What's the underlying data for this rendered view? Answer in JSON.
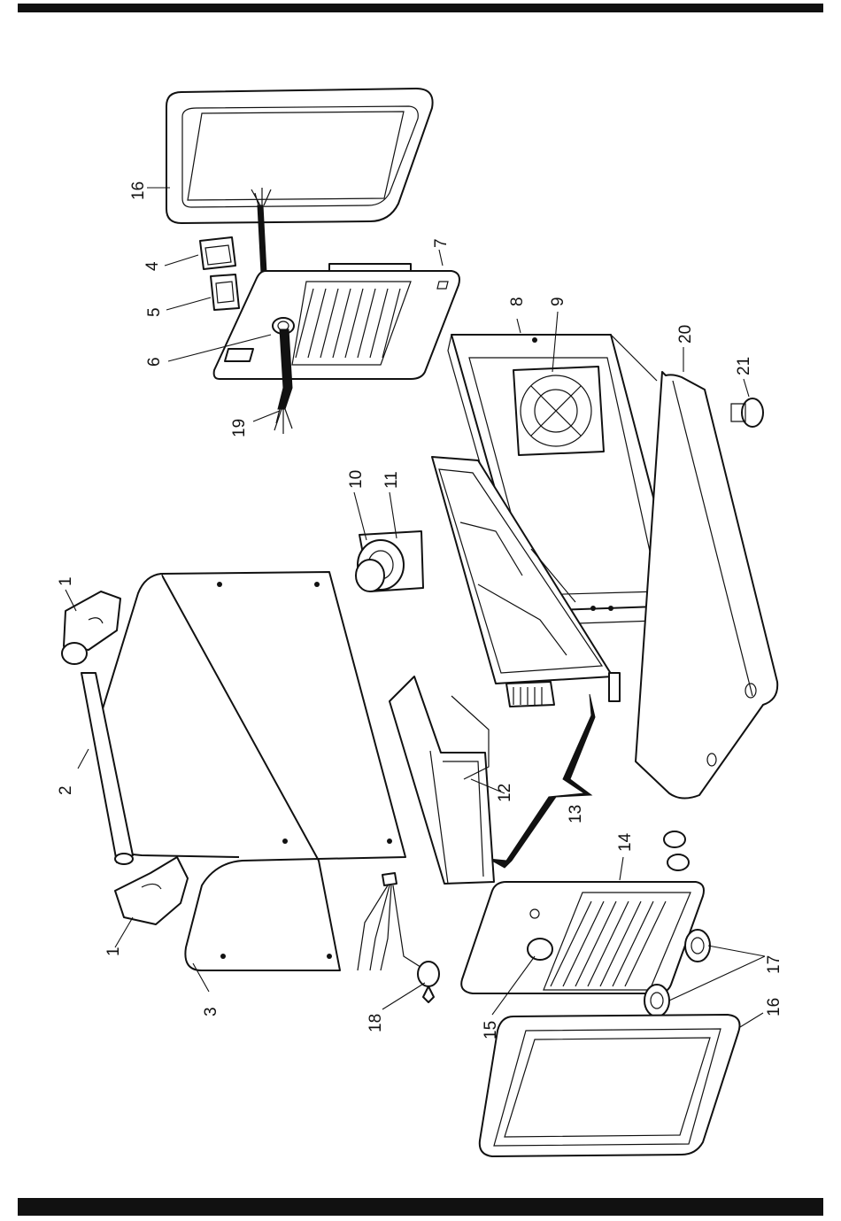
{
  "callouts": [
    {
      "id": "c1a",
      "text": "1"
    },
    {
      "id": "c1b",
      "text": "1"
    },
    {
      "id": "c2",
      "text": "2"
    },
    {
      "id": "c3",
      "text": "3"
    },
    {
      "id": "c4",
      "text": "4"
    },
    {
      "id": "c5",
      "text": "5"
    },
    {
      "id": "c6",
      "text": "6"
    },
    {
      "id": "c7",
      "text": "7"
    },
    {
      "id": "c8",
      "text": "8"
    },
    {
      "id": "c9",
      "text": "9"
    },
    {
      "id": "c10",
      "text": "10"
    },
    {
      "id": "c11",
      "text": "11"
    },
    {
      "id": "c12",
      "text": "12"
    },
    {
      "id": "c13",
      "text": "13"
    },
    {
      "id": "c14",
      "text": "14"
    },
    {
      "id": "c15",
      "text": "15"
    },
    {
      "id": "c16a",
      "text": "16"
    },
    {
      "id": "c16b",
      "text": "16"
    },
    {
      "id": "c17",
      "text": "17"
    },
    {
      "id": "c18",
      "text": "18"
    },
    {
      "id": "c19",
      "text": "19"
    },
    {
      "id": "c20",
      "text": "20"
    },
    {
      "id": "c21",
      "text": "21"
    }
  ]
}
